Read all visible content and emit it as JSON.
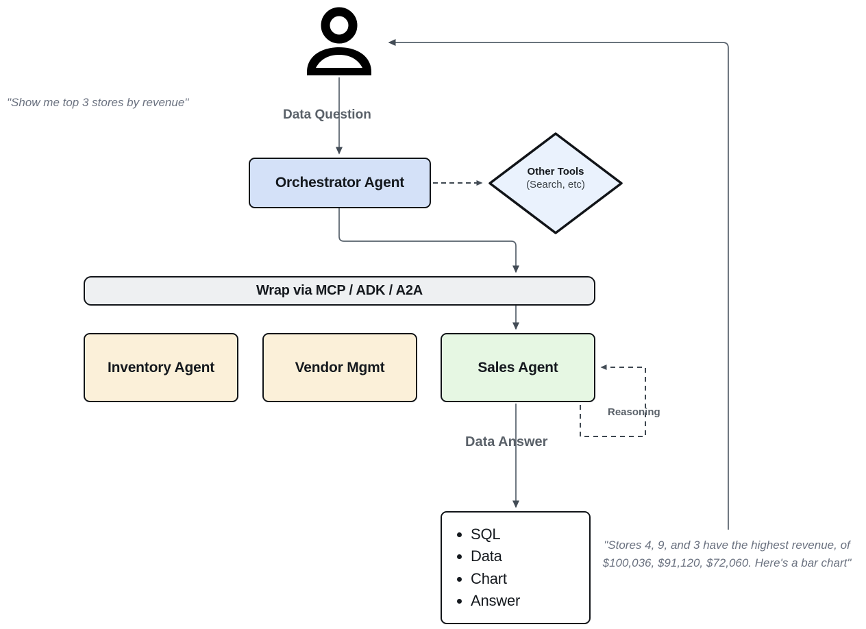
{
  "diagram": {
    "title": "Multi-Agent Data Question Flow",
    "nodes": {
      "user": {
        "icon": "person-icon"
      },
      "orchestrator": {
        "label": "Orchestrator Agent",
        "fill": "#d4e1f8"
      },
      "other_tools": {
        "label": "Other Tools",
        "sublabel": "(Search, etc)",
        "fill": "#eaf2fd"
      },
      "mcp": {
        "label": "Wrap via MCP / ADK / A2A",
        "fill": "#eef0f2"
      },
      "inventory": {
        "label": "Inventory Agent",
        "fill": "#fbf0d9"
      },
      "vendor": {
        "label": "Vendor Mgmt",
        "fill": "#fbf0d9"
      },
      "sales": {
        "label": "Sales Agent",
        "fill": "#e6f7e3"
      },
      "output": {
        "items": [
          "SQL",
          "Data",
          "Chart",
          "Answer"
        ],
        "fill": "#ffffff"
      }
    },
    "edge_labels": {
      "data_question": "Data Question",
      "data_answer": "Data Answer",
      "reasoning": "Reasoning"
    },
    "captions": {
      "user_query": "\"Show me top 3 stores by revenue\"",
      "final_answer": "\"Stores 4, 9, and 3 have the highest revenue, of $100,036, $91,120, $72,060. Here's a bar chart\""
    },
    "colors": {
      "stroke": "#111418",
      "connector": "#56606b",
      "label_text": "#5a6169",
      "caption_text": "#6b7280"
    }
  }
}
